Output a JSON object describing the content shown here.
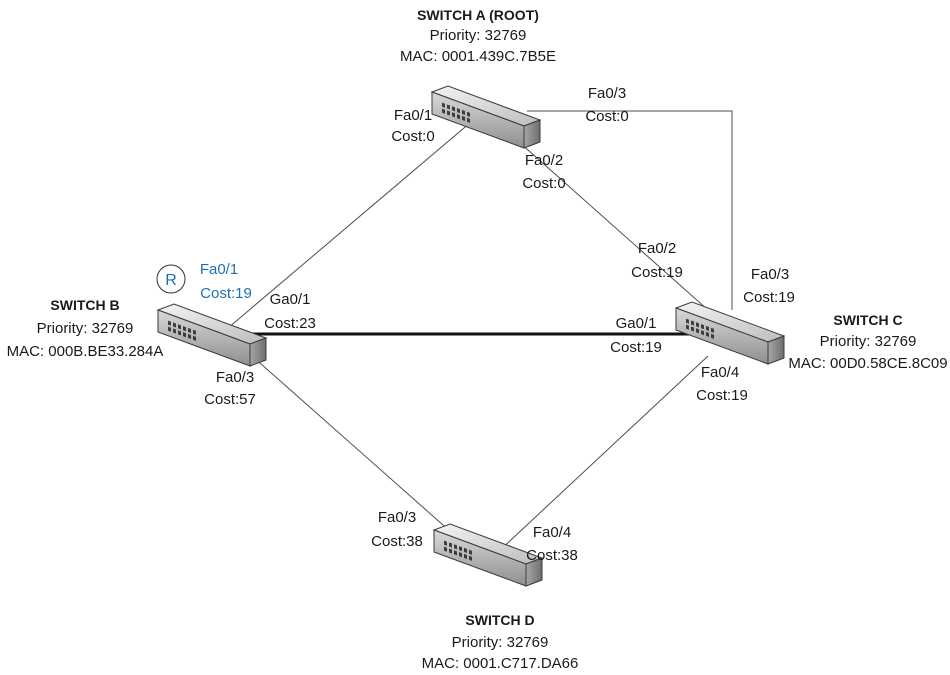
{
  "switches": {
    "a": {
      "title": "SWITCH A (ROOT)",
      "priority": "Priority: 32769",
      "mac": "MAC: 0001.439C.7B5E"
    },
    "b": {
      "title": "SWITCH B",
      "priority": "Priority: 32769",
      "mac": "MAC: 000B.BE33.284A"
    },
    "c": {
      "title": "SWITCH C",
      "priority": "Priority: 32769",
      "mac": "MAC: 00D0.58CE.8C09"
    },
    "d": {
      "title": "SWITCH D",
      "priority": "Priority: 32769",
      "mac": "MAC: 0001.C717.DA66"
    }
  },
  "ports": {
    "a_fa01": {
      "port": "Fa0/1",
      "cost": "Cost:0"
    },
    "a_fa03": {
      "port": "Fa0/3",
      "cost": "Cost:0"
    },
    "a_fa02": {
      "port": "Fa0/2",
      "cost": "Cost:0"
    },
    "b_fa01": {
      "port": "Fa0/1",
      "cost": "Cost:19"
    },
    "b_ga01": {
      "port": "Ga0/1",
      "cost": "Cost:23"
    },
    "b_fa03": {
      "port": "Fa0/3",
      "cost": "Cost:57"
    },
    "c_fa02": {
      "port": "Fa0/2",
      "cost": "Cost:19"
    },
    "c_fa03": {
      "port": "Fa0/3",
      "cost": "Cost:19"
    },
    "c_ga01": {
      "port": "Ga0/1",
      "cost": "Cost:19"
    },
    "c_fa04": {
      "port": "Fa0/4",
      "cost": "Cost:19"
    },
    "d_fa03": {
      "port": "Fa0/3",
      "cost": "Cost:38"
    },
    "d_fa04": {
      "port": "Fa0/4",
      "cost": "Cost:38"
    }
  },
  "root_port_marker": "R",
  "colors": {
    "root_port": "#1f6fb3",
    "link": "#4d4d4d"
  },
  "icons": {
    "switch": "network-switch-icon"
  }
}
